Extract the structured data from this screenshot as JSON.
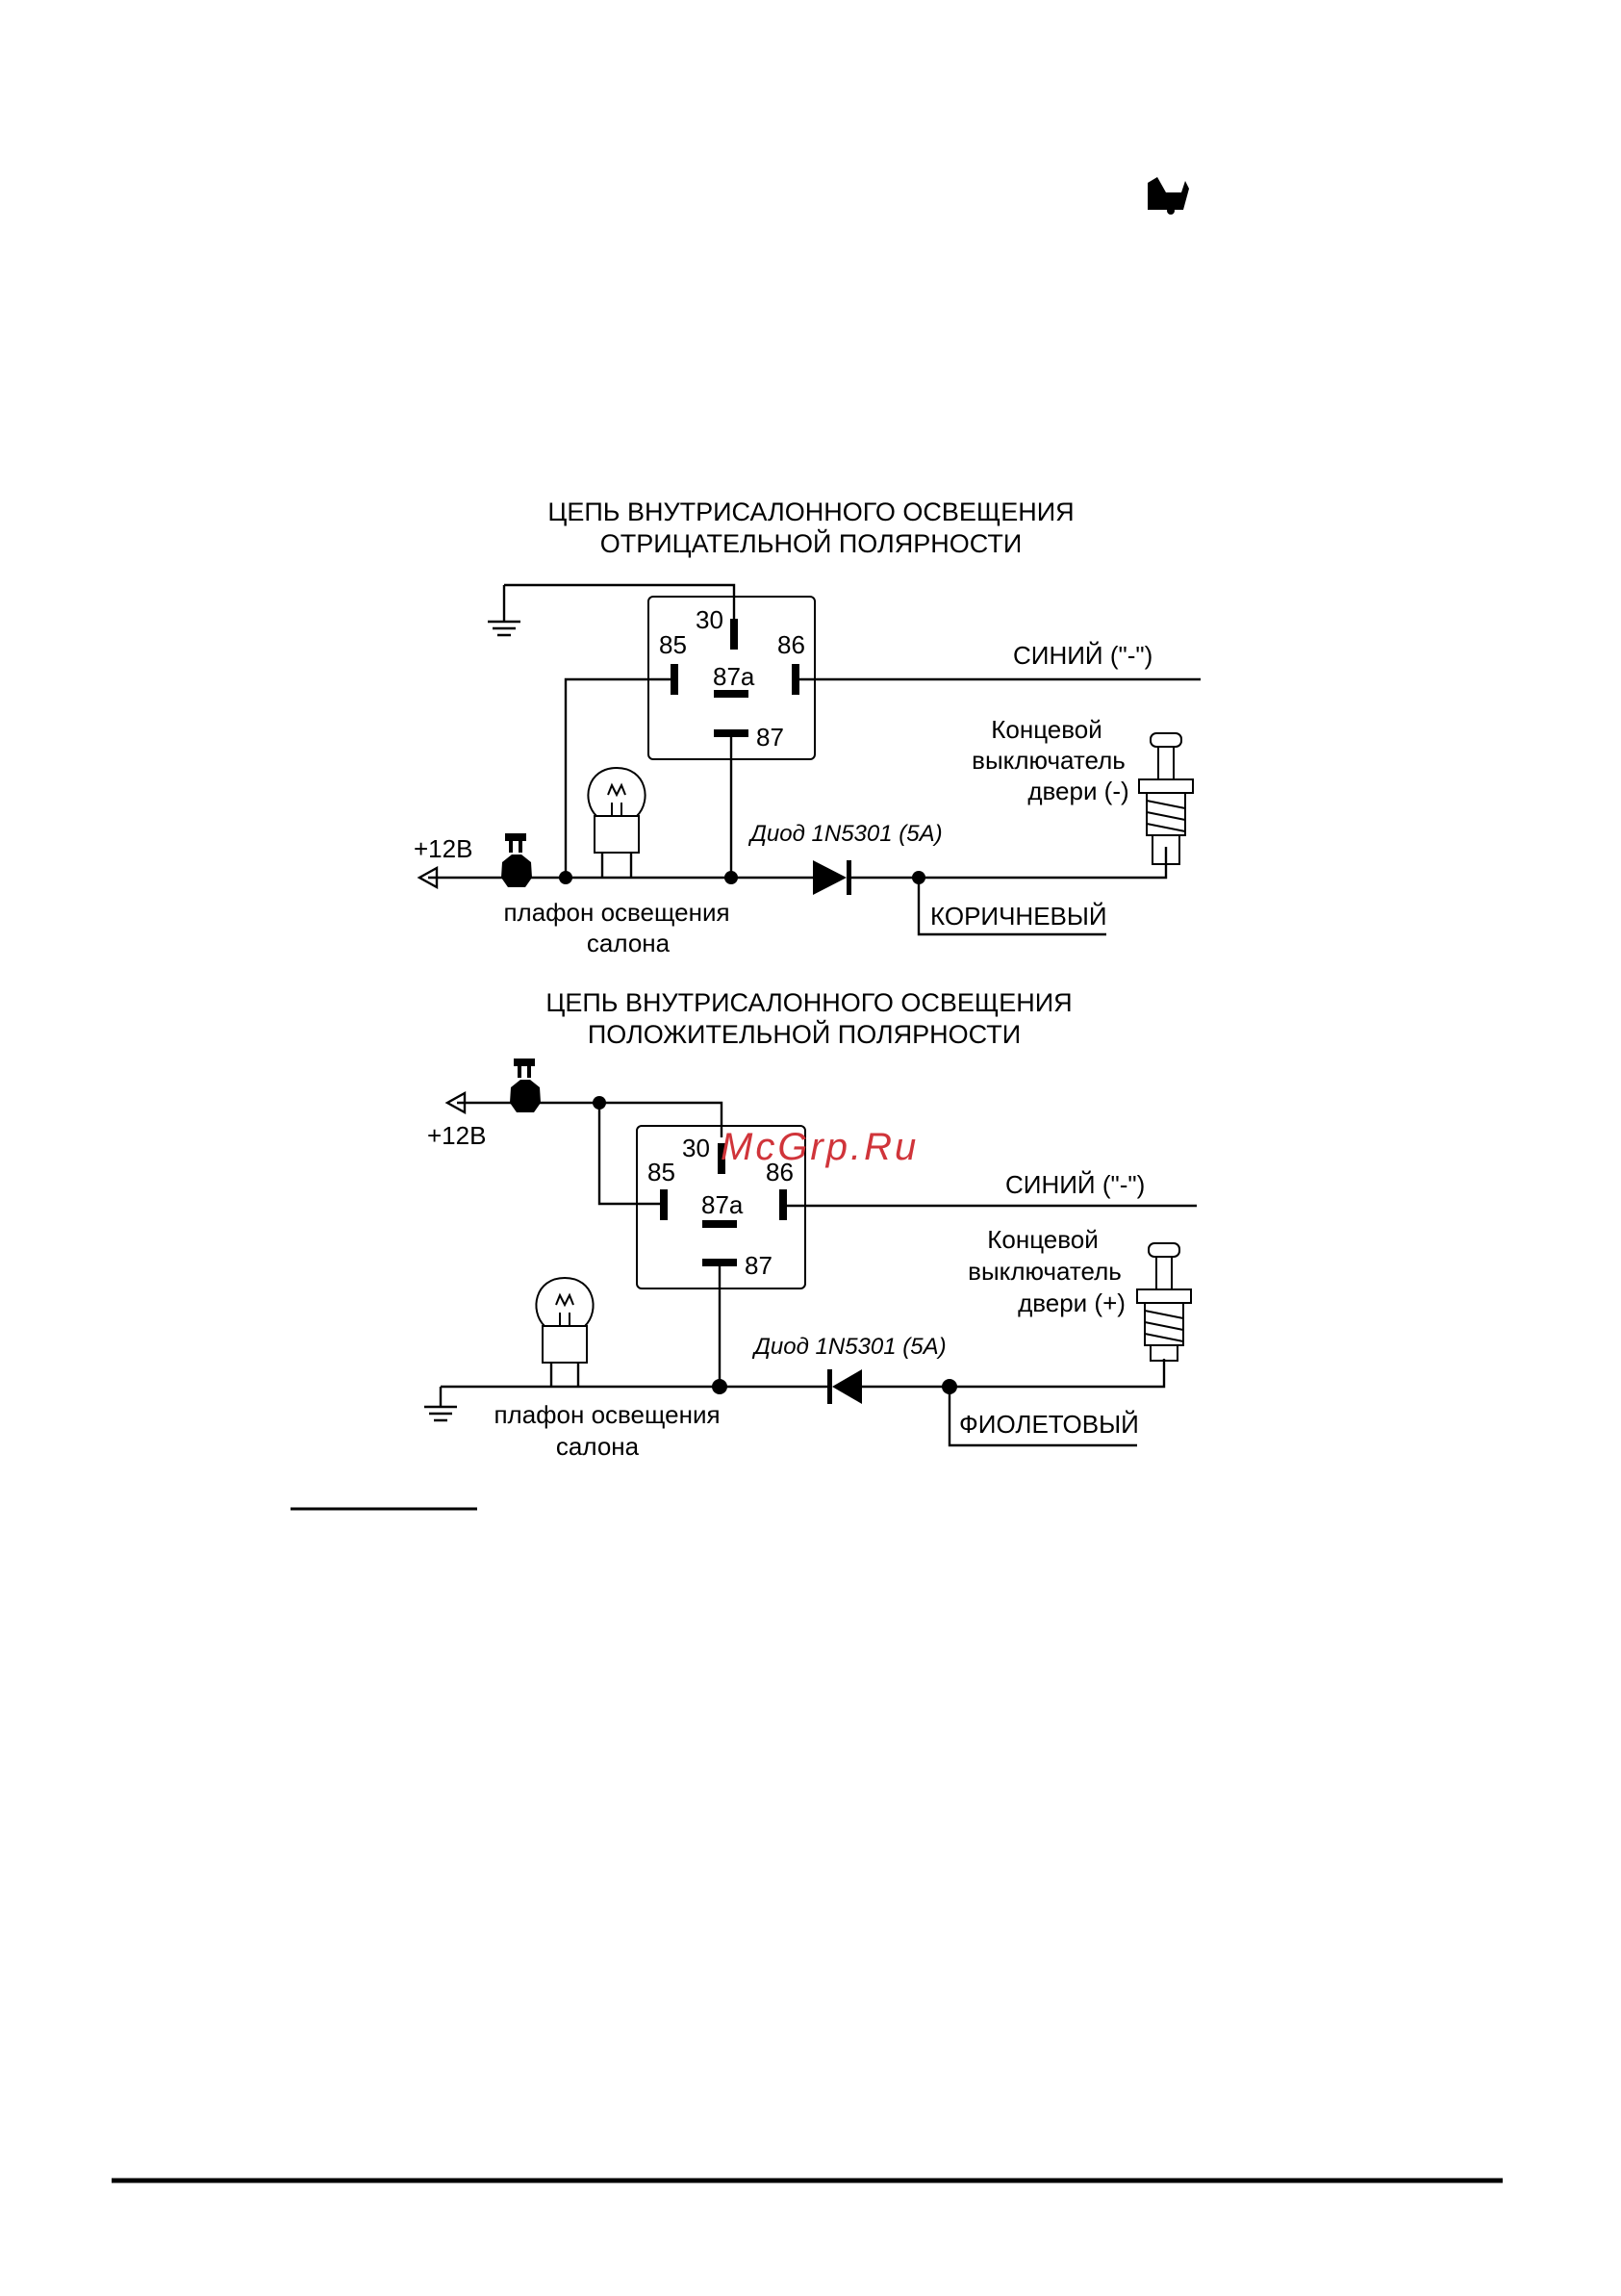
{
  "diagram_negative": {
    "title_line1": "ЦЕПЬ ВНУТРИСАЛОННОГО ОСВЕЩЕНИЯ",
    "title_line2": "ОТРИЦАТЕЛЬНОЙ ПОЛЯРНОСТИ",
    "pin_30": "30",
    "pin_85": "85",
    "pin_86": "86",
    "pin_87a": "87a",
    "pin_87": "87",
    "wire_blue": "СИНИЙ (\"-\")",
    "switch_line1": "Концевой",
    "switch_line2": "выключатель",
    "switch_line3": "двери (-)",
    "power": "+12В",
    "diode": "Диод 1N5301 (5А)",
    "lamp_line1": "плафон освещения",
    "lamp_line2": "салона",
    "wire_brown": "КОРИЧНЕВЫЙ"
  },
  "diagram_positive": {
    "title_line1": "ЦЕПЬ ВНУТРИСАЛОННОГО ОСВЕЩЕНИЯ",
    "title_line2": "ПОЛОЖИТЕЛЬНОЙ ПОЛЯРНОСТИ",
    "power": "+12В",
    "pin_30": "30",
    "pin_85": "85",
    "pin_86": "86",
    "pin_87a": "87a",
    "pin_87": "87",
    "wire_blue": "СИНИЙ (\"-\")",
    "switch_line1": "Концевой",
    "switch_line2": "выключатель",
    "switch_line3": "двери (+)",
    "diode": "Диод 1N5301 (5А)",
    "lamp_line1": "плафон освещения",
    "lamp_line2": "салона",
    "wire_violet": "ФИОЛЕТОВЫЙ"
  },
  "watermark": "McGrp.Ru"
}
